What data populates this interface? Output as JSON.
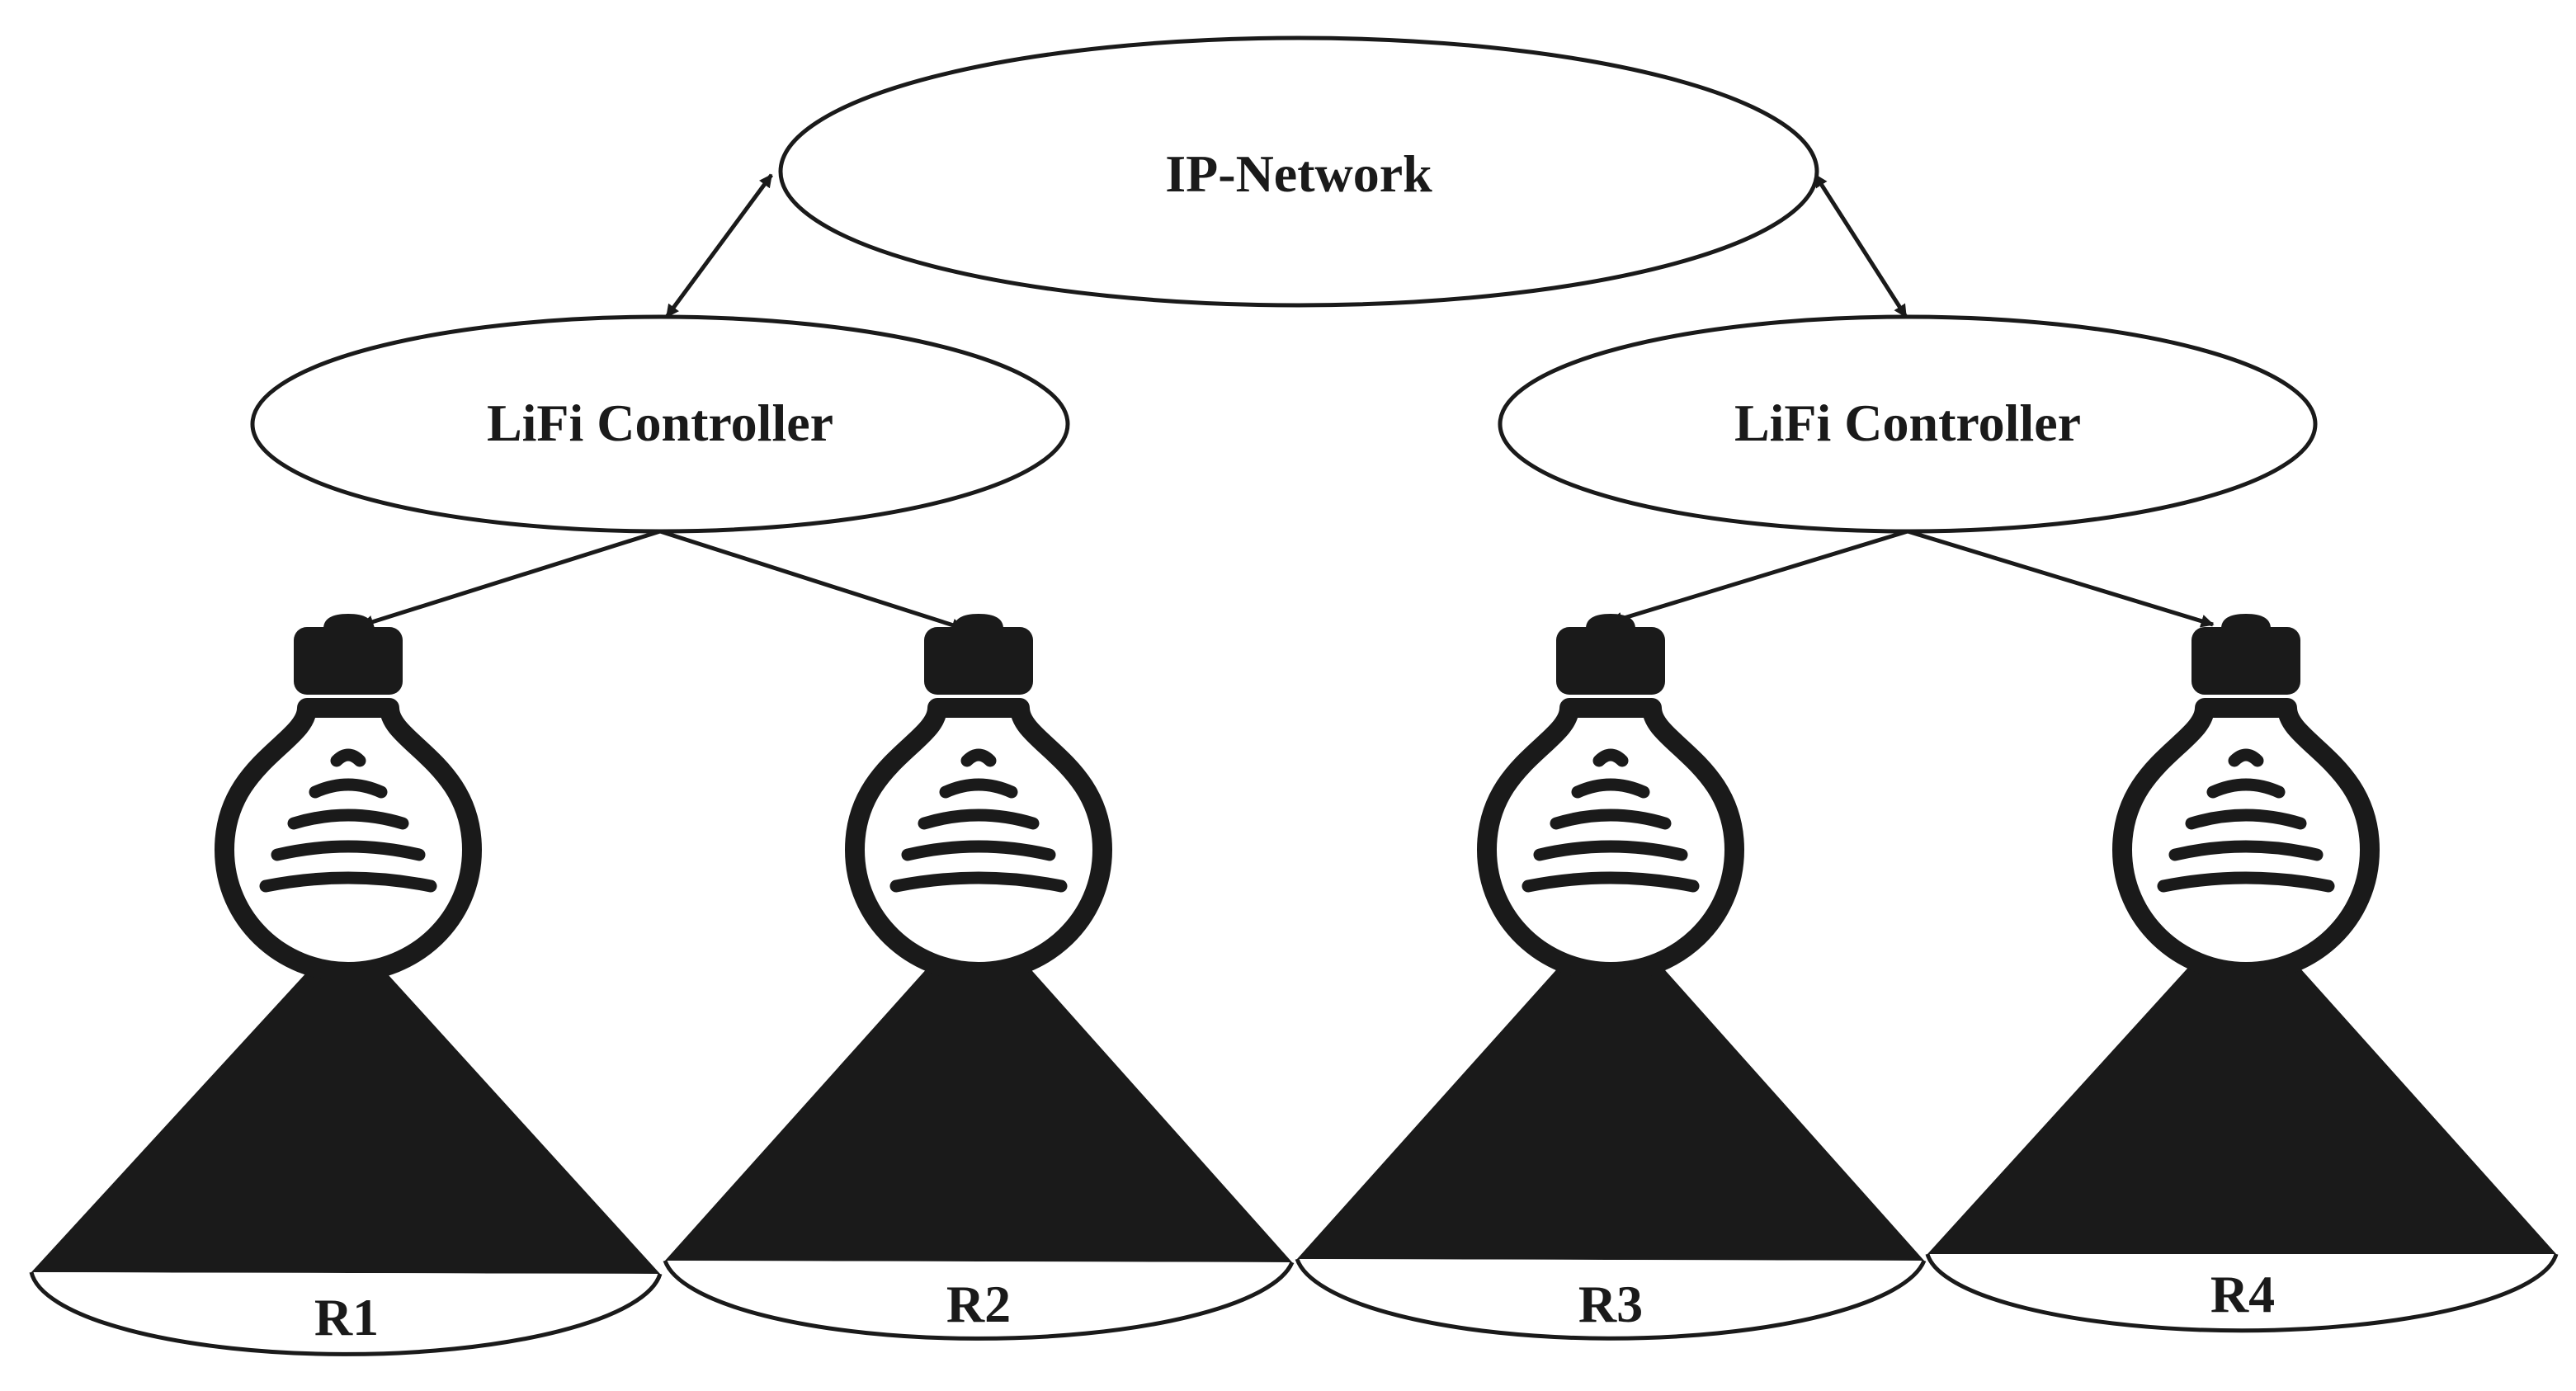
{
  "diagram": {
    "network": {
      "label": "IP-Network"
    },
    "controllers": [
      {
        "label": "LiFi Controller"
      },
      {
        "label": "LiFi Controller"
      }
    ],
    "bulbs": [
      {
        "icon": "lifi-bulb-icon"
      },
      {
        "icon": "lifi-bulb-icon"
      },
      {
        "icon": "lifi-bulb-icon"
      },
      {
        "icon": "lifi-bulb-icon"
      }
    ],
    "receivers": [
      {
        "label": "R1"
      },
      {
        "label": "R2"
      },
      {
        "label": "R3"
      },
      {
        "label": "R4"
      }
    ],
    "colors": {
      "ink": "#1a1a1a",
      "background": "#ffffff"
    }
  }
}
